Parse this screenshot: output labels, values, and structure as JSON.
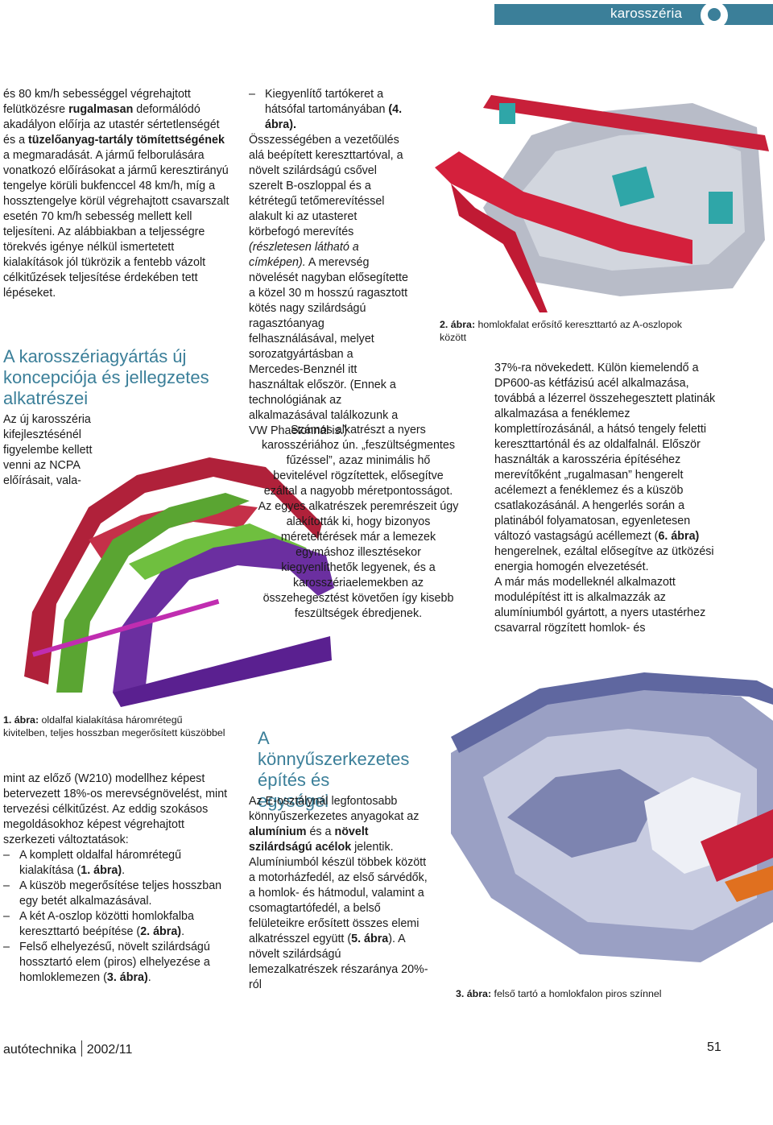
{
  "header": {
    "section_title": "karosszéria"
  },
  "col1": {
    "p1_a": "és 80 km/h sebességgel végrehajtott felütközésre ",
    "p1_b": "rugalmasan",
    "p1_c": " deformálódó akadályon előírja az utastér sértetlenségét és a ",
    "p1_d": "tüzelőanyag-tartály tömítettségének",
    "p1_e": " a megmaradását. A jármű felborulására vonatkozó előírásokat a jármű keresztirányú tengelye körüli bukfenccel 48 km/h, míg a hossztengelye körül végrehajtott csavarszalt esetén 70 km/h sebesség mellett kell teljesíteni. Az alábbiakban a teljességre törekvés igénye nélkül ismertetett kialakítások jól tükrözik a fentebb vázolt célkitűzések teljesítése érdekében tett lépéseket.",
    "heading": "A karosszériagyártás új koncepciója és jellegzetes alkatrészei",
    "p2": "Az új karosszéria kifejlesztésénél figyelembe kellett venni az NCPA előírásait, vala-",
    "p3": "mint az előző (W210) modellhez képest betervezett 18%-os merevségnövelést, mint tervezési célkitűzést. Az eddig szokásos megoldásokhoz képest végrehajtott szerkezeti változtatások:",
    "list": [
      {
        "text": "A komplett oldalfal háromrétegű kialakítása (",
        "ref": "1. ábra)",
        "end": "."
      },
      {
        "text": "A küszöb megerősítése teljes hosszban egy betét alkalmazásával.",
        "ref": "",
        "end": ""
      },
      {
        "text": "A két A-oszlop közötti homlokfalba kereszttartó beépítése (",
        "ref": "2. ábra)",
        "end": "."
      },
      {
        "text": "Felső elhelyezésű, növelt szilárdságú hossztartó elem (piros) elhelyezése a homloklemezen (",
        "ref": "3. ábra)",
        "end": "."
      }
    ]
  },
  "fig1": {
    "label": "1. ábra:",
    "caption": "oldalfal kialakítása háromrétegű kivitelben, teljes hosszban megerősített küszöbbel"
  },
  "col2": {
    "li1": "Kiegyenlítő tartókeret a hátsófal tartományában",
    "li1_ref": "(4. ábra).",
    "p1": "Összességében a vezetőülés alá beépített kereszttartóval, a növelt szilárdságú csővel szerelt B-oszloppal és a kétrétegű tetőmerevítéssel alakult ki az utasteret körbefogó merevítés ",
    "p1_i": "(részletesen látható a címképen).",
    "p1_b": " A merevség növelését nagyban elősegítette a közel 30 m hosszú ragasztott kötés nagy szilárdságú ragasztóanyag felhasználásával, melyet sorozatgyártásban a Mercedes-Benznél itt használtak először. (Ennek a technológiának az alkalmazásával találkozunk a VW Phaetonnál is.)",
    "p2": "Számos alkatrészt a nyers karosszériához ún. „feszültségmentes fűzéssel”, azaz minimális hő bevitelével rögzítettek, elősegítve ezáltal a nagyobb méretpontosságot. Az egyes alkatrészek peremrészeit úgy alakították ki, hogy bizonyos méreteltérések már a lemezek egymáshoz illesztésekor kiegyenlíthetők legyenek, és a karosszériaelemekben az összehegesztést követően így kisebb feszültségek ébredjenek.",
    "heading": "A könnyűszerkezetes építés és egységei",
    "p3_a": "Az E-osztálynál legfontosabb könnyűszerkezetes anyagokat az ",
    "p3_b": "alumínium",
    "p3_c": " és a ",
    "p3_d": "növelt szilárdságú acélok",
    "p3_e": " jelentik. Alumíniumból készül többek között a motorházfedél, az első sárvédők, a homlok- és hátmodul, valamint a csomagtartófedél, a belső felületeikre erősített összes elemi alkatrésszel együtt (",
    "p3_f": "5. ábra",
    "p3_g": "). A növelt szilárdságú lemezalkatrészek részaránya 20%-ról"
  },
  "fig2": {
    "label": "2. ábra:",
    "caption": "homlokfalat erősítő kereszttartó az A-oszlopok között"
  },
  "col3": {
    "p1_a": "37%-ra növekedett. Külön kiemelendő a DP600-as kétfázisú acél alkalmazása, továbbá a lézerrel összehegesztett platinák alkalmazása a fenéklemez komplettírozásánál, a hátsó tengely feletti kereszttartónál és az oldalfalnál. Először használták a karosszéria építéséhez merevítőként „rugalmasan” hengerelt acélemezt a fenéklemez és a küszöb csatlakozásánál. A hengerlés során a platinából folyamatosan, egyenletesen változó vastagságú acéllemezt (",
    "p1_b": "6. ábra)",
    "p1_c": " hengerelnek, ezáltal elősegítve az ütközési energia homogén elvezetését.",
    "p2": "A már más modelleknél alkalmazott modulépítést itt is alkalmazzák az alumíniumból gyártott, a nyers utastérhez csavarral rögzített homlok- és"
  },
  "fig3": {
    "label": "3. ábra:",
    "caption": "felső tartó a homlokfalon piros színnel"
  },
  "footer": {
    "magazine": "autótechnika",
    "issue": "2002/11",
    "page": "51"
  }
}
